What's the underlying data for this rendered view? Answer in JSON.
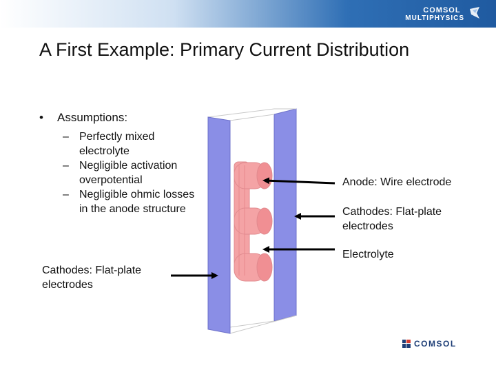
{
  "header": {
    "brand_line1": "COMSOL",
    "brand_line2": "MULTIPHYSICS",
    "brand_icon": "comsol-wing-icon"
  },
  "slide": {
    "title": "A First Example: Primary Current Distribution",
    "bullet_marker": "•",
    "bullet": "Assumptions:",
    "sub_marker": "–",
    "sub_bullets": [
      "Perfectly mixed electrolyte",
      "Negligible activation overpotential",
      "Negligible ohmic losses in the anode structure"
    ]
  },
  "labels": {
    "anode": "Anode: Wire electrode",
    "cathodes_right": "Cathodes: Flat-plate electrodes",
    "electrolyte": "Electrolyte",
    "cathodes_left": "Cathodes: Flat-plate electrodes"
  },
  "footer": {
    "logo_text": "COMSOL",
    "logo_icon": "comsol-squares-icon"
  },
  "colors": {
    "plate": "#8a8ee6",
    "anode": "#f4a3a5",
    "header_blue": "#2f6fb5"
  }
}
